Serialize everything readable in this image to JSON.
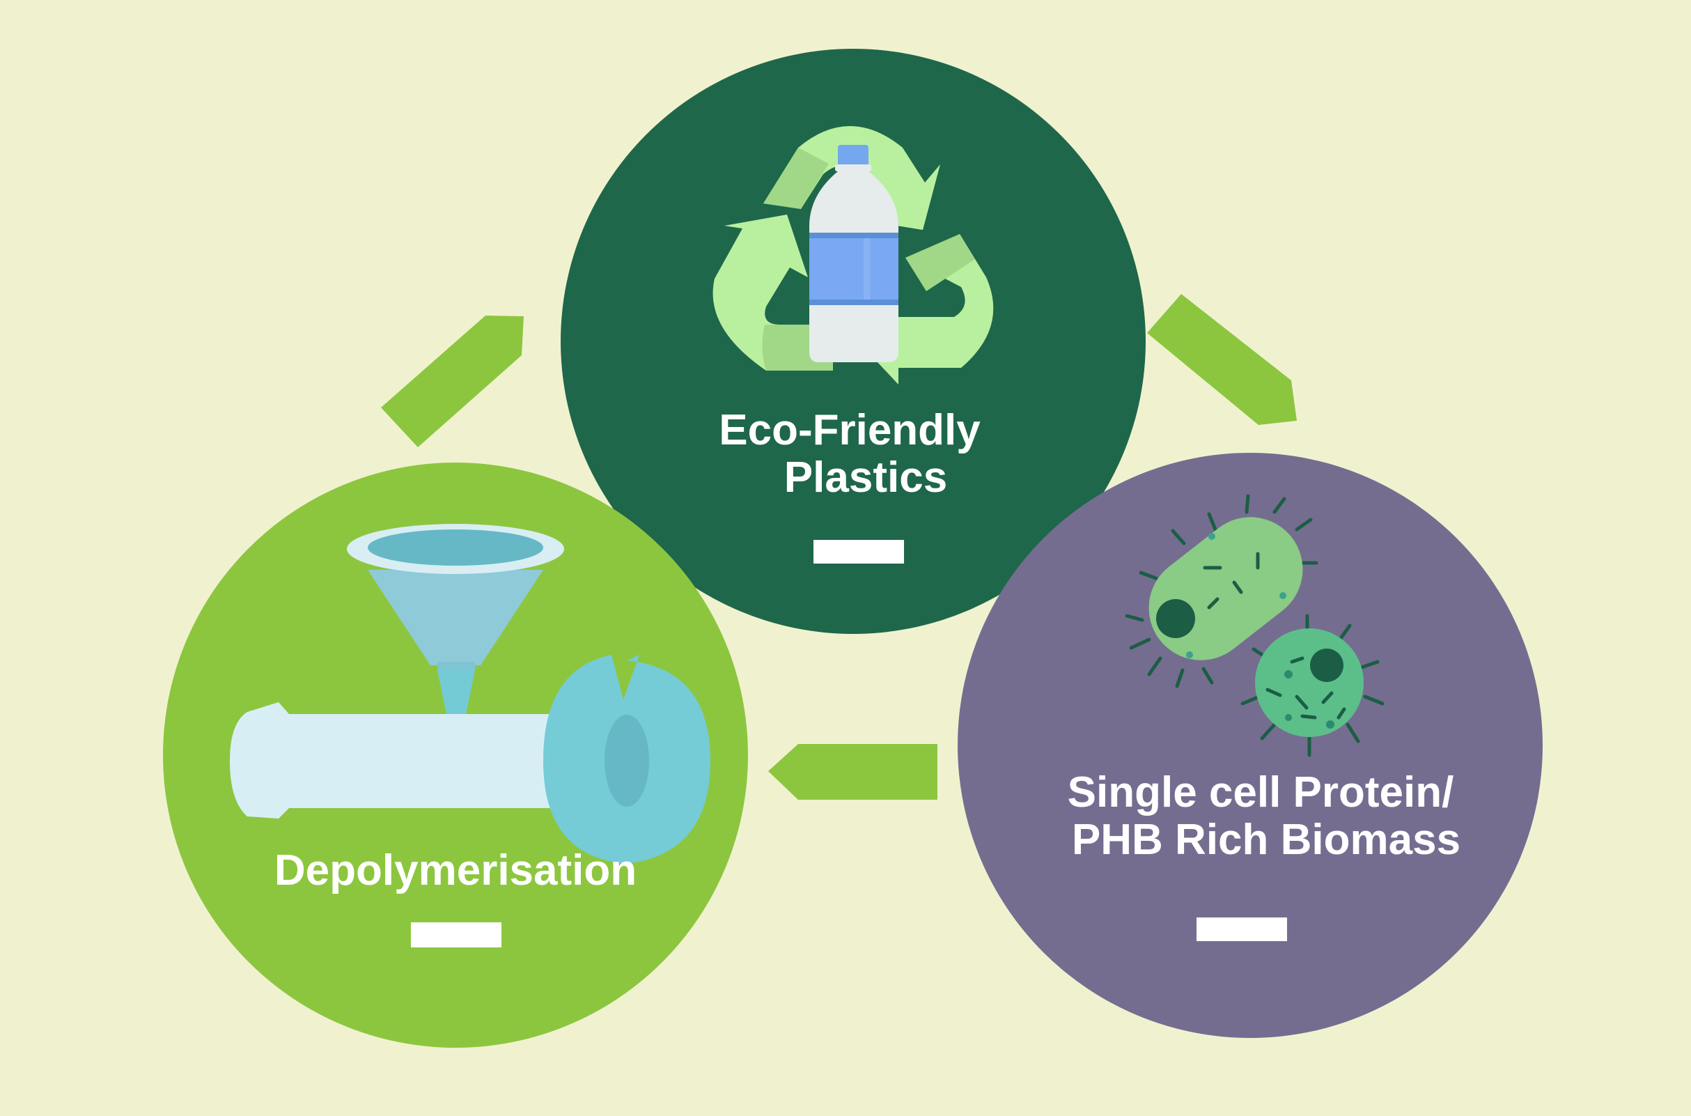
{
  "diagram": {
    "colors": {
      "background": "#f0f2cf",
      "eco_circle": "#1f674a",
      "depoly_circle": "#8cc63f",
      "scp_circle": "#756d90",
      "arrow": "#8cc63f",
      "label_text": "#ffffff"
    },
    "nodes": {
      "eco": {
        "line1": "Eco-Friendly",
        "line2": "Plastics",
        "icon": "recycle-bottle-icon"
      },
      "scp": {
        "line1": "Single cell Protein/",
        "line2": "PHB Rich Biomass",
        "icon": "bacteria-icon"
      },
      "depoly": {
        "line1": "Depolymerisation",
        "icon": "funnel-pipe-icon"
      }
    },
    "flow": [
      "eco",
      "scp",
      "depoly",
      "eco"
    ]
  }
}
